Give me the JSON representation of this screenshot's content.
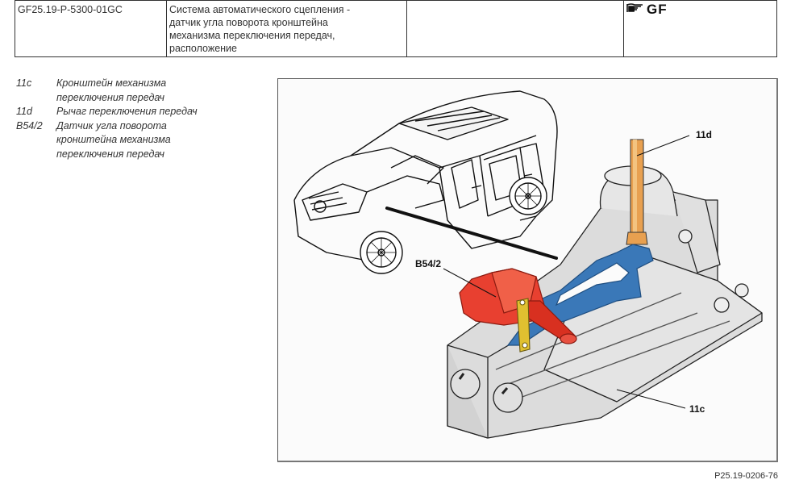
{
  "header": {
    "doc_id": "GF25.19-P-5300-01GC",
    "title_lines": [
      "Система автоматического сцепления -",
      "датчик угла поворота кронштейна",
      "механизма переключения передач,",
      "расположение"
    ],
    "empty_cell": "",
    "group_icon": "pointing-hand-icon",
    "group_code": "GF"
  },
  "legend": [
    {
      "code": "11c",
      "lines": [
        "Кронштейн механизма",
        "переключения передач"
      ]
    },
    {
      "code": "11d",
      "lines": [
        "Рычаг переключения передач"
      ]
    },
    {
      "code": "B54/2",
      "lines": [
        "Датчик угла поворота",
        "кронштейна механизма",
        "переключения передач"
      ]
    }
  ],
  "figure": {
    "callouts": {
      "lever": "11d",
      "sensor": "B54/2",
      "bracket": "11c"
    },
    "colors": {
      "lever": "#e8a050",
      "sensor": "#e84030",
      "shift_fork": "#3a78b8",
      "link_arm": "#e0c030",
      "bracket_body": "#dcdcdc",
      "frame_border": "#555555"
    },
    "reference": "P25.19-0206-76"
  }
}
